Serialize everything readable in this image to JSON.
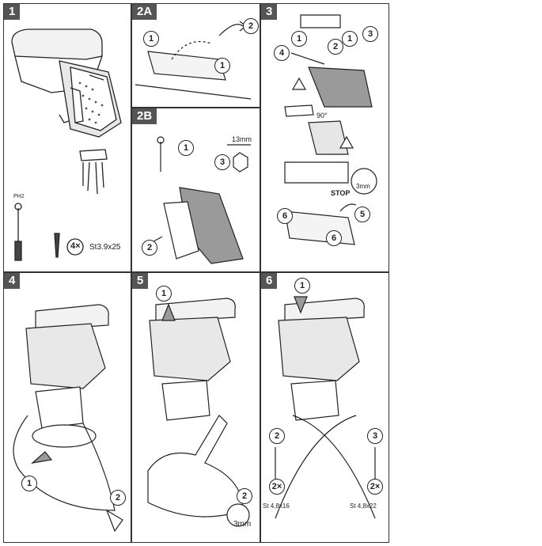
{
  "panels": [
    {
      "id": "1",
      "badge": "1"
    },
    {
      "id": "2A",
      "badge": "2A"
    },
    {
      "id": "2B",
      "badge": "2B"
    },
    {
      "id": "3",
      "badge": "3"
    },
    {
      "id": "4",
      "badge": "4"
    },
    {
      "id": "5",
      "badge": "5"
    },
    {
      "id": "6",
      "badge": "6"
    }
  ],
  "panel1": {
    "tool_label": "PH2",
    "count": "4×",
    "screw_spec": "St3.9x25"
  },
  "panel2a": {
    "step1a": "1",
    "step1b": "1",
    "step2": "2"
  },
  "panel2b": {
    "step1": "1",
    "step2": "2",
    "step3": "3",
    "nut_size": "13mm"
  },
  "panel3": {
    "step1a": "1",
    "step1b": "1",
    "step2": "2",
    "step3": "3",
    "step4": "4",
    "step5": "5",
    "step6a": "6",
    "step6b": "6",
    "angle": "90°",
    "stop": "STOP",
    "gap": "3mm"
  },
  "panel4": {
    "step1": "1",
    "step2": "2"
  },
  "panel5": {
    "step1": "1",
    "step2": "2",
    "gap": "3mm"
  },
  "panel6": {
    "step1": "1",
    "step2": "2",
    "step3": "3",
    "count_a": "2×",
    "count_b": "2×",
    "screw_a": "St 4,8x16",
    "screw_b": "St 4,8x22"
  },
  "colors": {
    "badge_bg": "#555555",
    "line": "#222222",
    "fill_gray": "#9a9a9a",
    "fill_light": "#e6e6e6"
  }
}
